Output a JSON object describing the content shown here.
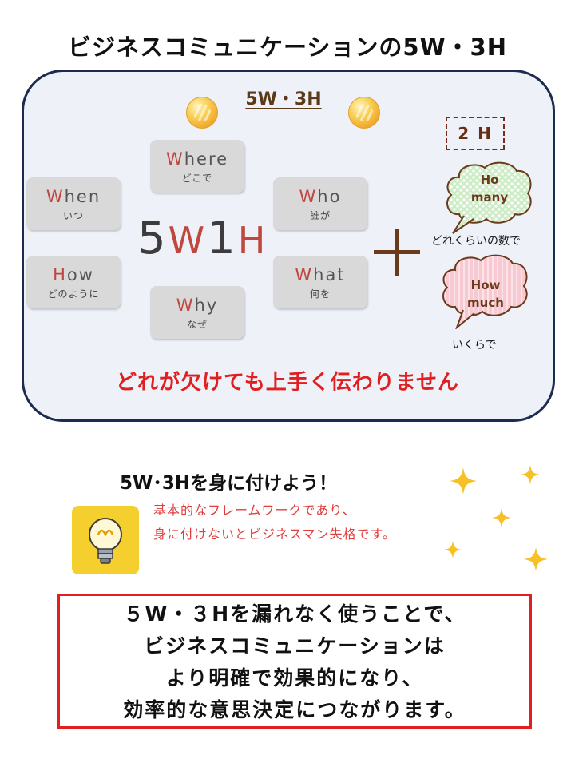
{
  "title": "ビジネスコミュニケーションの5W・3H",
  "framework": {
    "subtitle": "5W・3H",
    "center_label": {
      "main1": "5",
      "main2": "W",
      "main3": "1",
      "main4": "H"
    },
    "cards": [
      {
        "id": "where",
        "cap": "W",
        "rest": "here",
        "jp": "どこで"
      },
      {
        "id": "when",
        "cap": "W",
        "rest": "hen",
        "jp": "いつ"
      },
      {
        "id": "who",
        "cap": "W",
        "rest": "ho",
        "jp": "誰が"
      },
      {
        "id": "how",
        "cap": "H",
        "rest": "ow",
        "jp": "どのように"
      },
      {
        "id": "what",
        "cap": "W",
        "rest": "hat",
        "jp": "何を"
      },
      {
        "id": "why",
        "cap": "W",
        "rest": "hy",
        "jp": "なぜ"
      }
    ],
    "two_h": {
      "label": "2 H",
      "bubble1": {
        "line1": "Ho",
        "line2": "many",
        "caption": "どれくらいの数で"
      },
      "bubble2": {
        "line1": "How",
        "line2": "much",
        "caption": "いくらで"
      }
    },
    "warning": "どれが欠けても上手く伝わりません"
  },
  "learn": {
    "title": "5W･3Hを身に付けよう！",
    "line1": "基本的なフレームワークであり、",
    "line2": "身に付けないとビジネスマン失格です。"
  },
  "summary": {
    "line1": "５W・３Hを漏れなく使うことで、",
    "line2": "ビジネスコミュニケーションは",
    "line3": "より明確で効果的になり、",
    "line4": "効率的な意思決定につながります。"
  },
  "colors": {
    "accent_red": "#e02020",
    "panel_border": "#1c2b4f",
    "panel_bg": "#eef1f8",
    "brown": "#6b3a1a",
    "card_bg": "#d9d9d9",
    "bulb_yellow": "#f4cf2e"
  },
  "icons": [
    "coin-icon",
    "plus-icon",
    "speech-bubble-icon",
    "lightbulb-icon",
    "sparkle-icon"
  ]
}
